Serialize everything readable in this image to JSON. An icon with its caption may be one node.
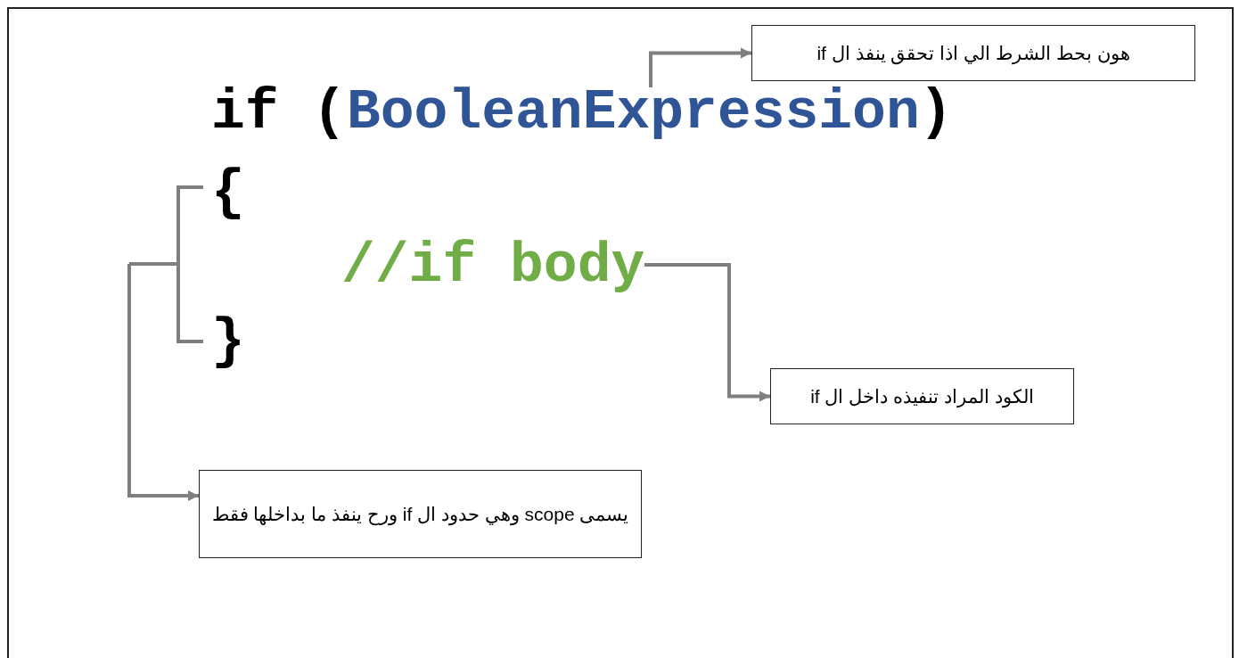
{
  "diagram": {
    "nodes": [
      {
        "text": [
          "هون بحط الشرط الي اذا تحقق ينفذ ال if"
        ]
      },
      {
        "text": [
          "BooleanExpression"
        ]
      },
      {
        "text": [],
        "shape": "bracket"
      },
      {
        "text": [
          "//if body"
        ]
      },
      {
        "text": [
          "الكود المراد تنفيذه داخل ال if"
        ]
      },
      {
        "text": [
          "يسمى scope وهي حدود ال if  ورح ينفذ ما بداخلها فقط"
        ]
      }
    ],
    "edges": [
      {
        "from": 1,
        "to": 0,
        "arrow": "to"
      },
      {
        "from": 3,
        "to": 4,
        "arrow": "to"
      },
      {
        "from": 2,
        "to": 5,
        "arrow": "to"
      }
    ],
    "labels": [
      "if (",
      ")",
      "{",
      "}"
    ]
  }
}
